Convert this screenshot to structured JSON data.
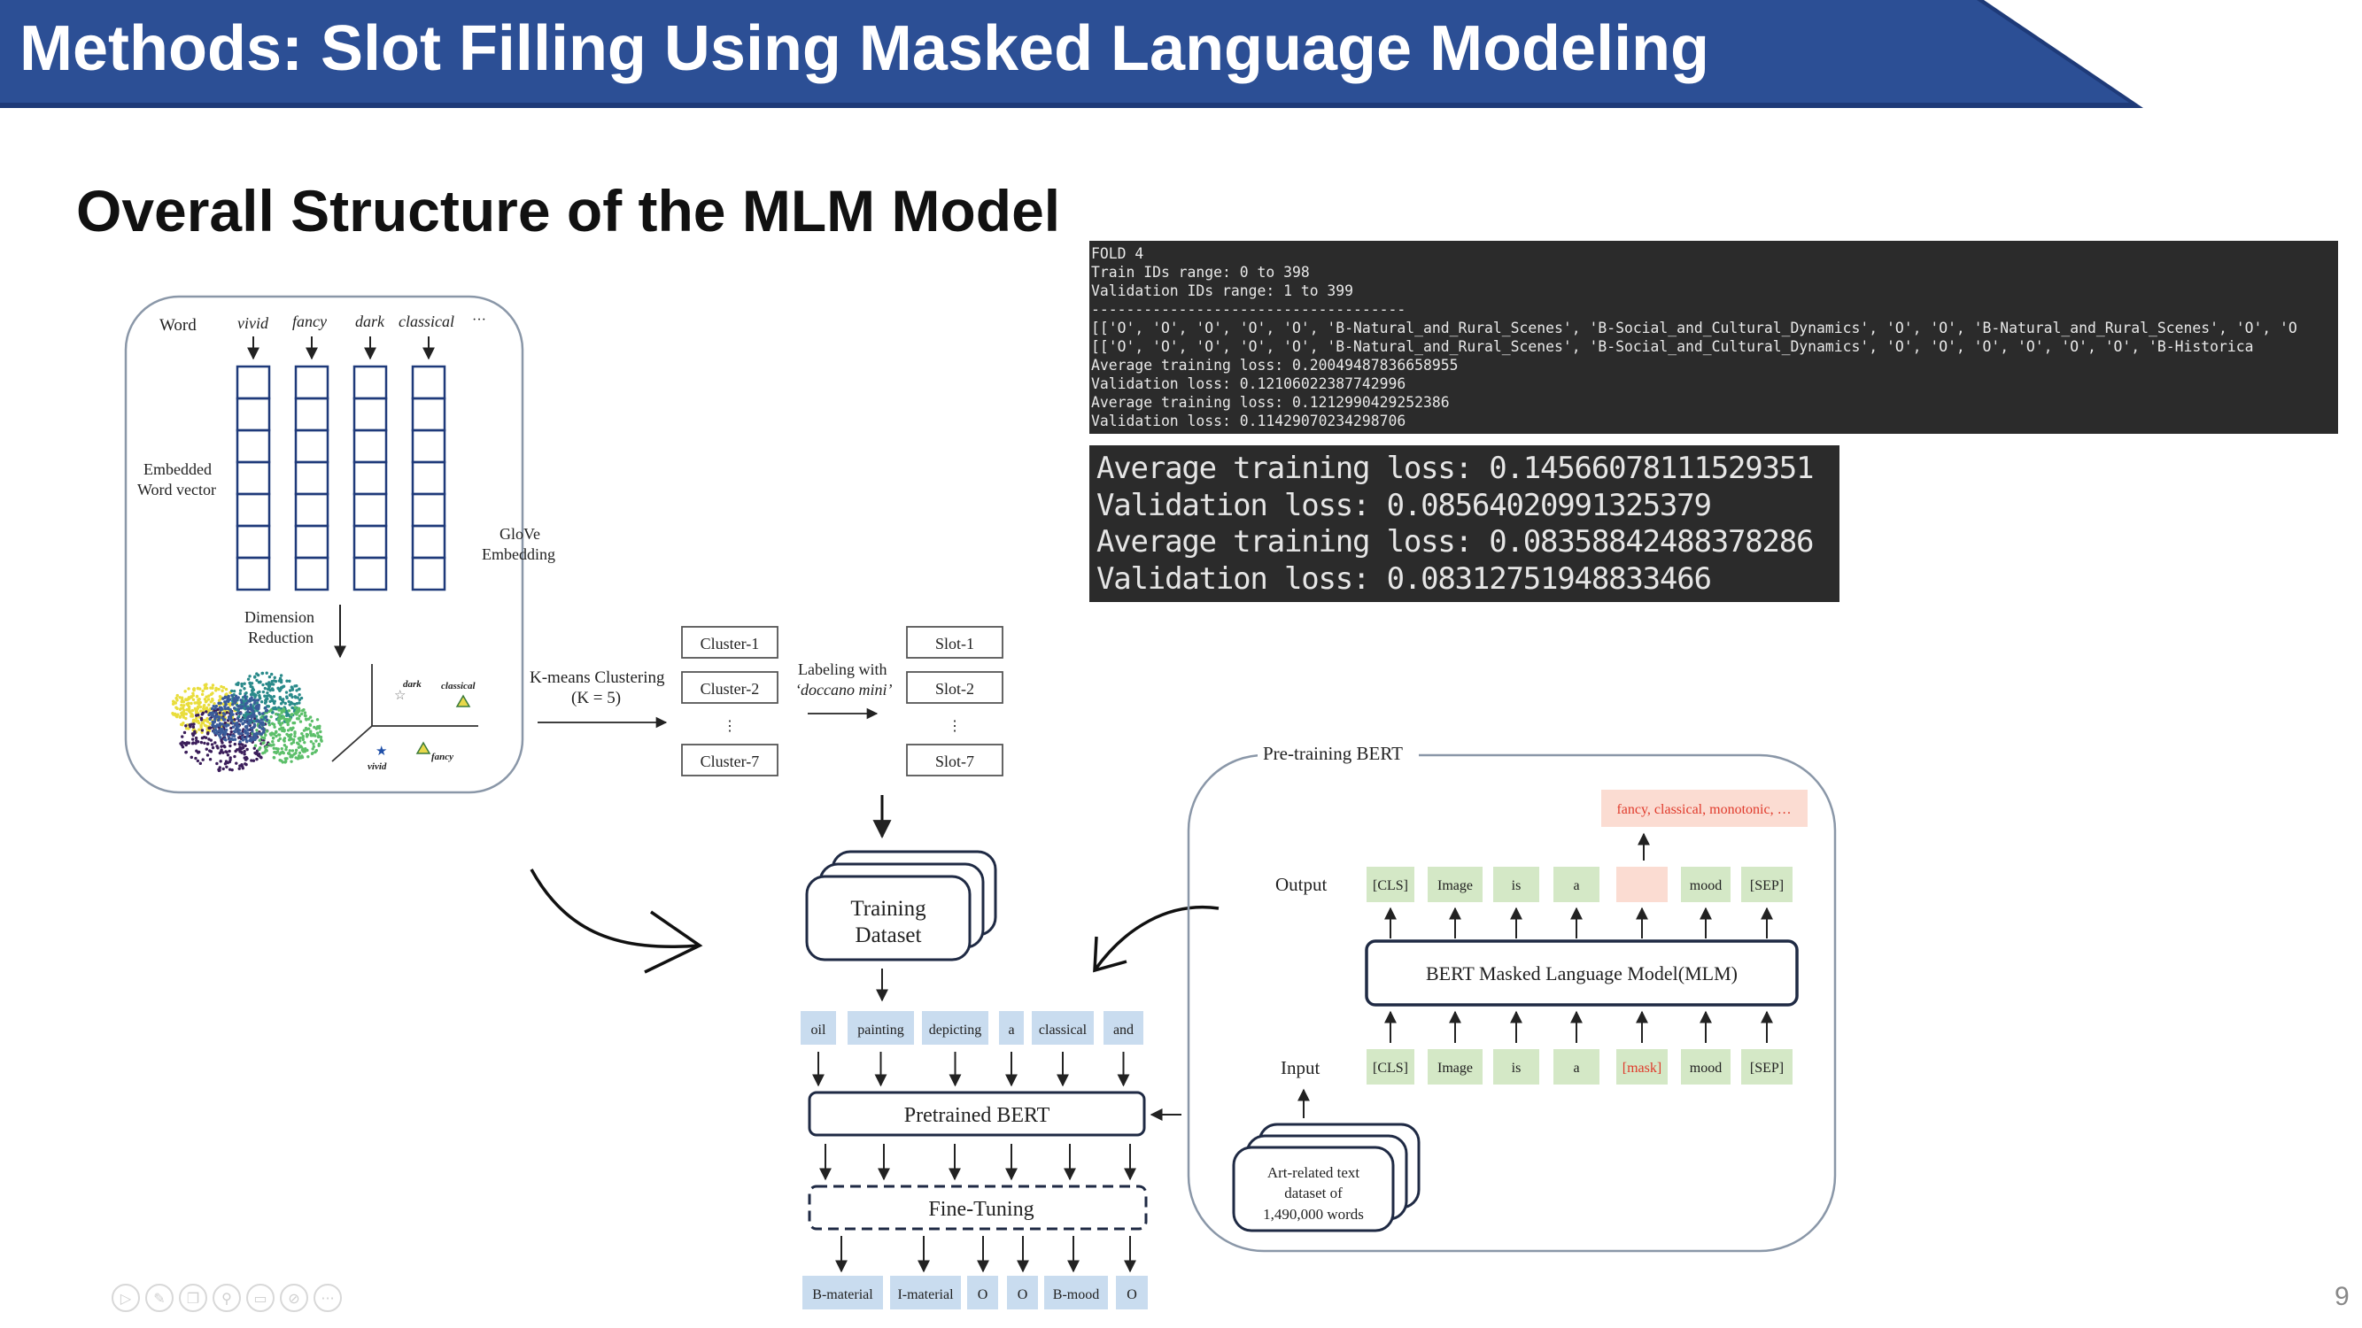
{
  "slide": {
    "title": "Methods: Slot Filling Using Masked Language Modeling",
    "subtitle": "Overall Structure of the MLM Model",
    "page_number": "9"
  },
  "colors": {
    "banner_blue": "#2c4f95",
    "banner_dark": "#1e3a78",
    "terminal_bg": "#2b2b2b",
    "token_green": "#d4e8c6",
    "token_blue": "#c9dcef",
    "mask_red": "#e03a2b",
    "output_pink": "#fbdcd2",
    "diagram_navy": "#1f2a44"
  },
  "terminal_small": {
    "lines": [
      "FOLD 4",
      "Train IDs range: 0 to 398",
      "Validation IDs range: 1 to 399",
      "------------------------------------",
      "[['O', 'O', 'O', 'O', 'O', 'B-Natural_and_Rural_Scenes', 'B-Social_and_Cultural_Dynamics', 'O', 'O', 'B-Natural_and_Rural_Scenes', 'O', 'O",
      "[['O', 'O', 'O', 'O', 'O', 'B-Natural_and_Rural_Scenes', 'B-Social_and_Cultural_Dynamics', 'O', 'O', 'O', 'O', 'O', 'O', 'B-Historica",
      "Average training loss: 0.20049487836658955",
      "Validation loss: 0.12106022387742996",
      "Average training loss: 0.1212990429252386",
      "Validation loss: 0.11429070234298706"
    ]
  },
  "terminal_large": {
    "lines": [
      "Average training loss: 0.14566078111529351",
      "Validation loss: 0.08564020991325379",
      "Average training loss: 0.08358842488378286",
      "Validation loss: 0.08312751948833466"
    ]
  },
  "glove_panel": {
    "word_label": "Word",
    "words": [
      "vivid",
      "fancy",
      "dark",
      "classical",
      "···"
    ],
    "embedded_label_1": "Embedded",
    "embedded_label_2": "Word vector",
    "glove_label_1": "GloVe",
    "glove_label_2": "Embedding",
    "dimred_label_1": "Dimension",
    "dimred_label_2": "Reduction",
    "plot_labels": [
      "dark",
      "classical",
      "fancy",
      "vivid"
    ]
  },
  "clustering": {
    "kmeans_label_1": "K-means Clustering",
    "kmeans_label_2": "(K = 5)",
    "labeling_label_1": "Labeling with",
    "labeling_label_2": "‘doccano mini’",
    "clusters": [
      "Cluster-1",
      "Cluster-2",
      "⋮",
      "Cluster-7"
    ],
    "slots": [
      "Slot-1",
      "Slot-2",
      "⋮",
      "Slot-7"
    ]
  },
  "training": {
    "dataset_label_1": "Training",
    "dataset_label_2": "Dataset",
    "input_tokens": [
      "oil",
      "painting",
      "depicting",
      "a",
      "classical",
      "and"
    ],
    "pretrained_label": "Pretrained BERT",
    "finetune_label": "Fine-Tuning",
    "output_tags": [
      "B-material",
      "I-material",
      "O",
      "O",
      "B-mood",
      "O"
    ]
  },
  "pretraining": {
    "section_label": "Pre-training BERT",
    "prediction_text": "fancy, classical, monotonic, …",
    "output_label": "Output",
    "output_tokens": [
      "[CLS]",
      "Image",
      "is",
      "a",
      "",
      "mood",
      "[SEP]"
    ],
    "mlm_label": "BERT Masked Language Model(MLM)",
    "input_label": "Input",
    "input_tokens": [
      "[CLS]",
      "Image",
      "is",
      "a",
      "[mask]",
      "mood",
      "[SEP]"
    ],
    "corpus_label_1": "Art-related text",
    "corpus_label_2": "dataset of",
    "corpus_label_3": "1,490,000 words"
  },
  "toolbar_icons": [
    "play-icon",
    "pen-icon",
    "copy-icon",
    "zoom-icon",
    "subtitle-icon",
    "camera-off-icon",
    "more-icon"
  ],
  "toolbar_glyphs": [
    "▷",
    "✎",
    "❐",
    "⚲",
    "▭",
    "⊘",
    "···"
  ]
}
